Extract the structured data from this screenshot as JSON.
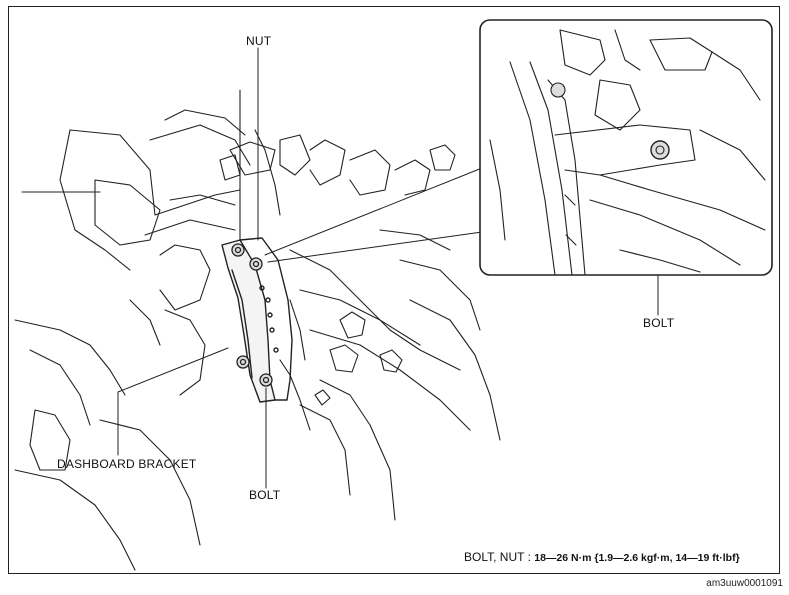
{
  "labels": {
    "nut": "NUT",
    "bolt_inset": "BOLT",
    "bolt_bottom": "BOLT",
    "dashboard_bracket": "DASHBOARD BRACKET"
  },
  "torque_spec": {
    "prefix": "BOLT, NUT : ",
    "value": "18—26 N·m {1.9—2.6 kgf·m, 14—19 ft·lbf}"
  },
  "image_id": "am3uuw0001091"
}
